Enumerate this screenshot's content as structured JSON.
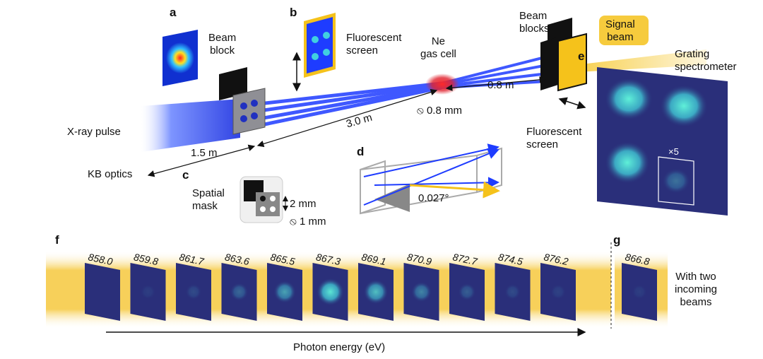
{
  "panels": [
    "a",
    "b",
    "c",
    "d",
    "e",
    "f",
    "g"
  ],
  "labels": {
    "beam_block": "Beam\nblock",
    "fluorescent_screen_top": "Fluorescent\nscreen",
    "ne_gas_cell": "Ne\ngas cell",
    "beam_blocks": "Beam\nblocks",
    "signal_beam": "Signal\nbeam",
    "grating_spectrometer": "Grating\nspectrometer",
    "xray_pulse": "X-ray pulse",
    "dist_1_5": "1.5 m",
    "dist_3_0": "3.0 m",
    "dist_0_8": "0.8 m",
    "diam_0_8": "⦸ 0.8 mm",
    "kb_optics": "KB optics",
    "spatial_mask": "Spatial\nmask",
    "mask_2mm": "2 mm",
    "mask_1mm": "⦸ 1 mm",
    "angle": "0.027°",
    "fluorescent_screen_e": "Fluorescent\nscreen",
    "times5": "×5",
    "with_two": "With two\nincoming\nbeams",
    "photon_energy": "Photon energy (eV)"
  },
  "energies_f": [
    "858.0",
    "859.8",
    "861.7",
    "863.6",
    "865.5",
    "867.3",
    "869.1",
    "870.9",
    "872.7",
    "874.5",
    "876.2"
  ],
  "brightness_f": [
    0.05,
    0.08,
    0.15,
    0.3,
    0.6,
    0.95,
    0.75,
    0.45,
    0.25,
    0.15,
    0.1
  ],
  "energy_g": "866.8",
  "colors": {
    "xray": "#1e3cff",
    "gold": "#f5c21b",
    "detector_bg": "#2a2f7a",
    "glow": "#3fd6c8",
    "gas": "#e0222e"
  }
}
